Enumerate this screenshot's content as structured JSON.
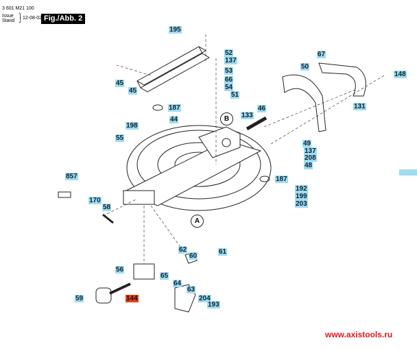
{
  "header": {
    "part_number": "3 601 M21 100",
    "issue_label": "Issue",
    "stand_label": "Stand",
    "date": "12-08-02",
    "figure": "Fig./Abb. 2"
  },
  "labels": [
    "195",
    "52",
    "137",
    "53",
    "66",
    "54",
    "51",
    "67",
    "50",
    "148",
    "45",
    "45",
    "187",
    "131",
    "46",
    "133",
    "198",
    "44",
    "55",
    "49",
    "137",
    "208",
    "48",
    "187",
    "192",
    "199",
    "203",
    "857",
    "170",
    "58",
    "62",
    "60",
    "61",
    "56",
    "65",
    "64",
    "63",
    "204",
    "193",
    "59",
    "144"
  ],
  "highlighted_label": "144",
  "callouts": {
    "a": "A",
    "b": "B"
  },
  "watermark": "www.axistools.ru",
  "colors": {
    "label_bg": "#9fdcf2",
    "highlight_bg": "#e8401c",
    "watermark": "#e3131b"
  }
}
